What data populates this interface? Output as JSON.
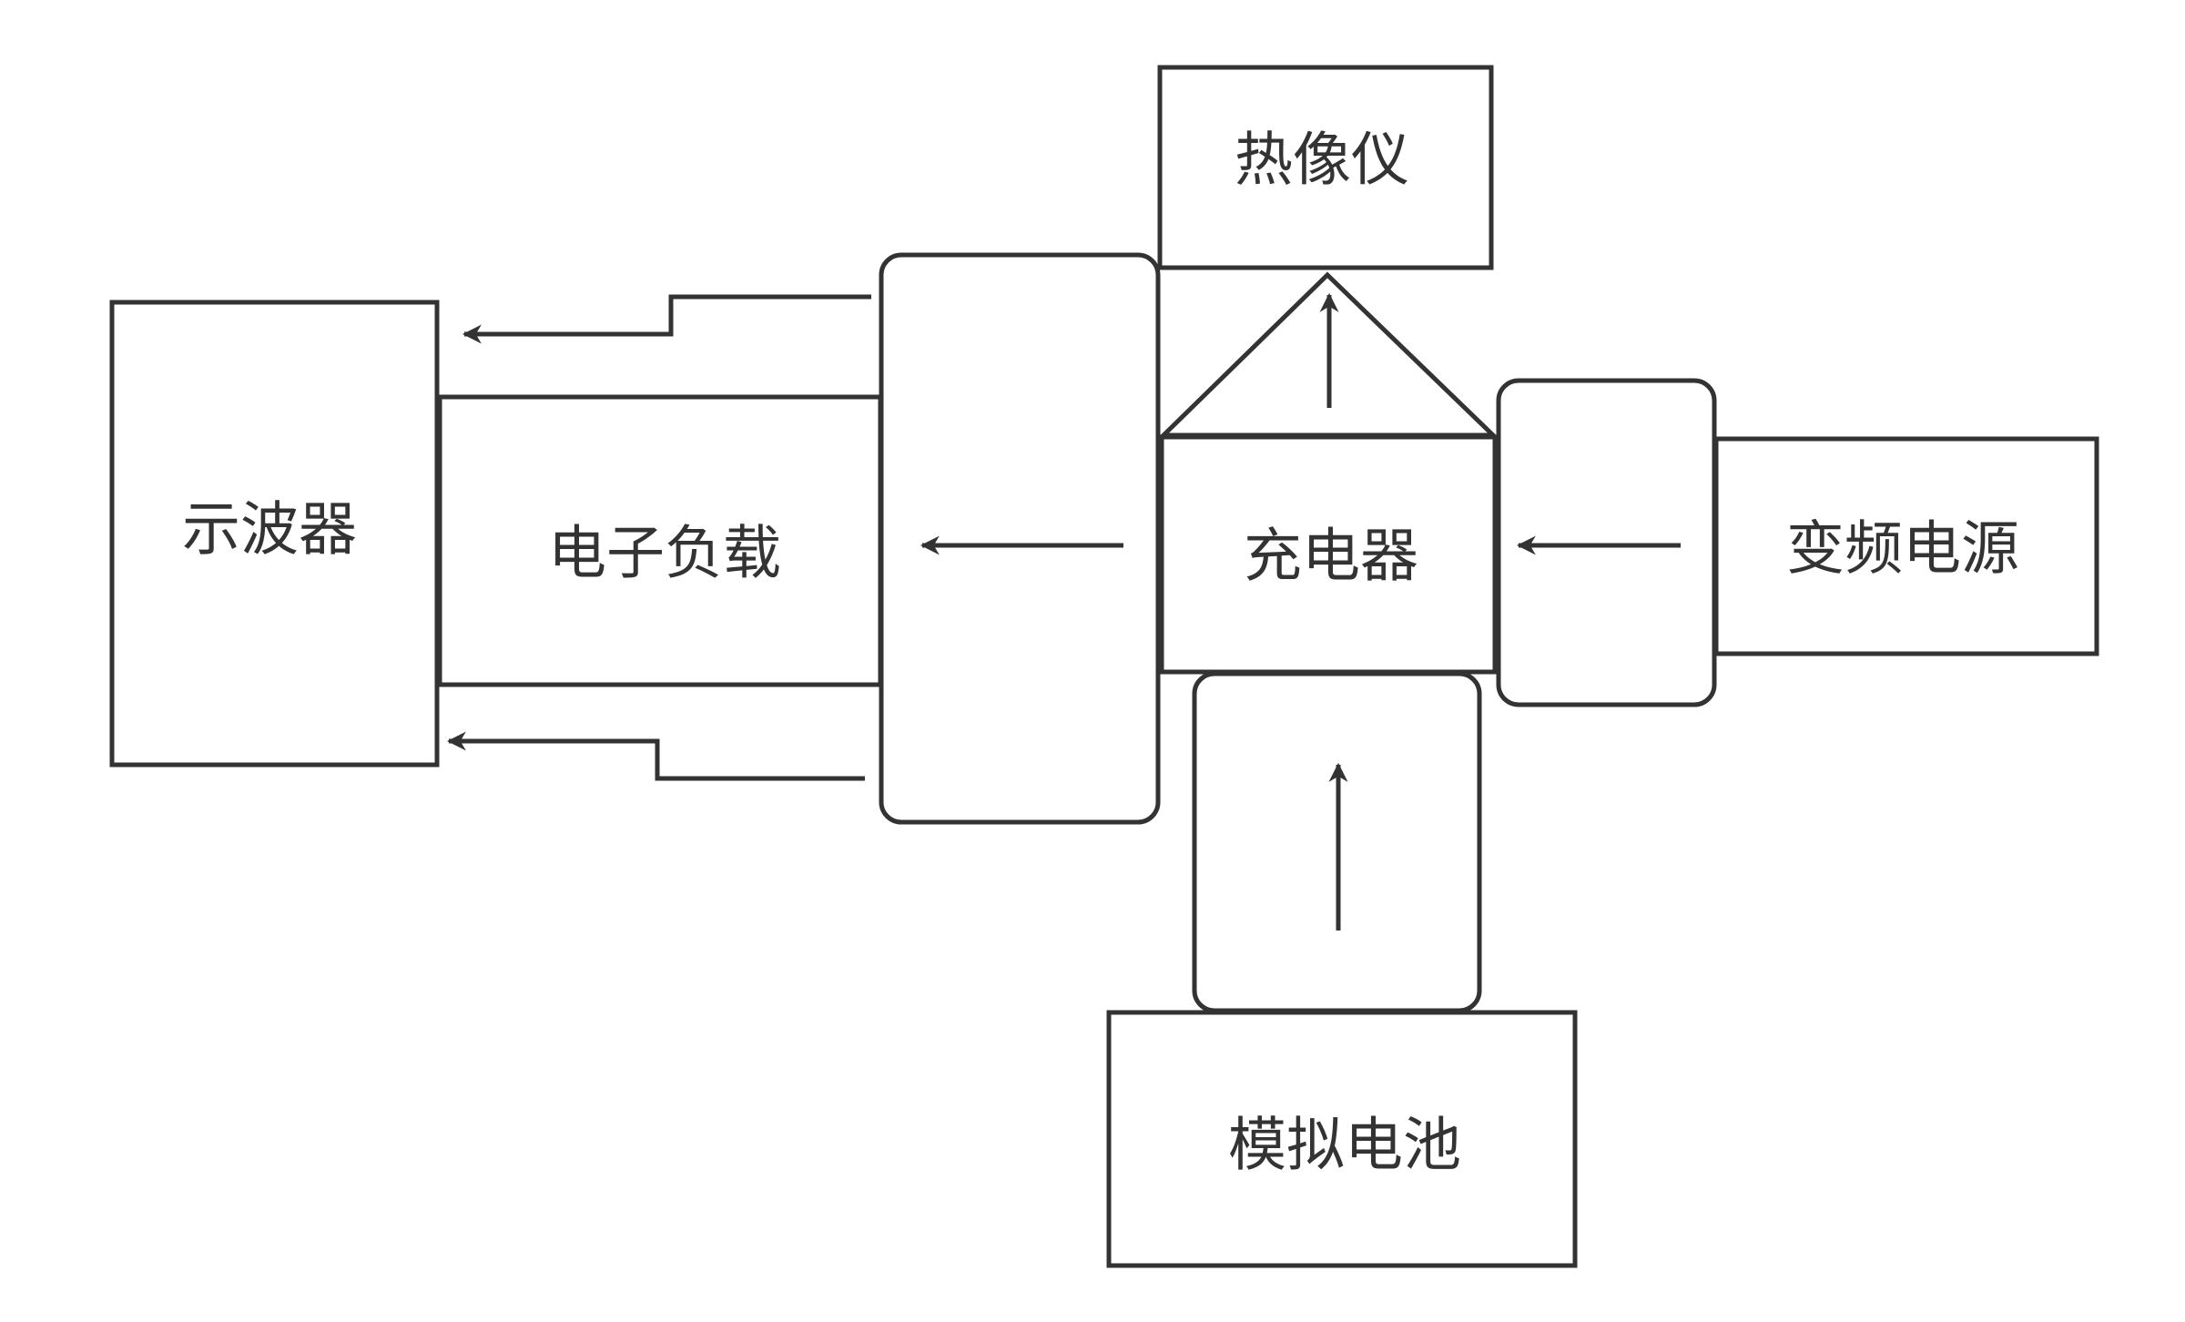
{
  "diagram": {
    "nodes": {
      "oscilloscope": "示波器",
      "electronic_load": "电子负载",
      "charger": "充电器",
      "thermal_imager": "热像仪",
      "vf_power_supply": "变频电源",
      "simulated_battery": "模拟电池"
    },
    "style": {
      "stroke_color": "#333333",
      "text_color": "#333333",
      "background": "#ffffff"
    }
  }
}
